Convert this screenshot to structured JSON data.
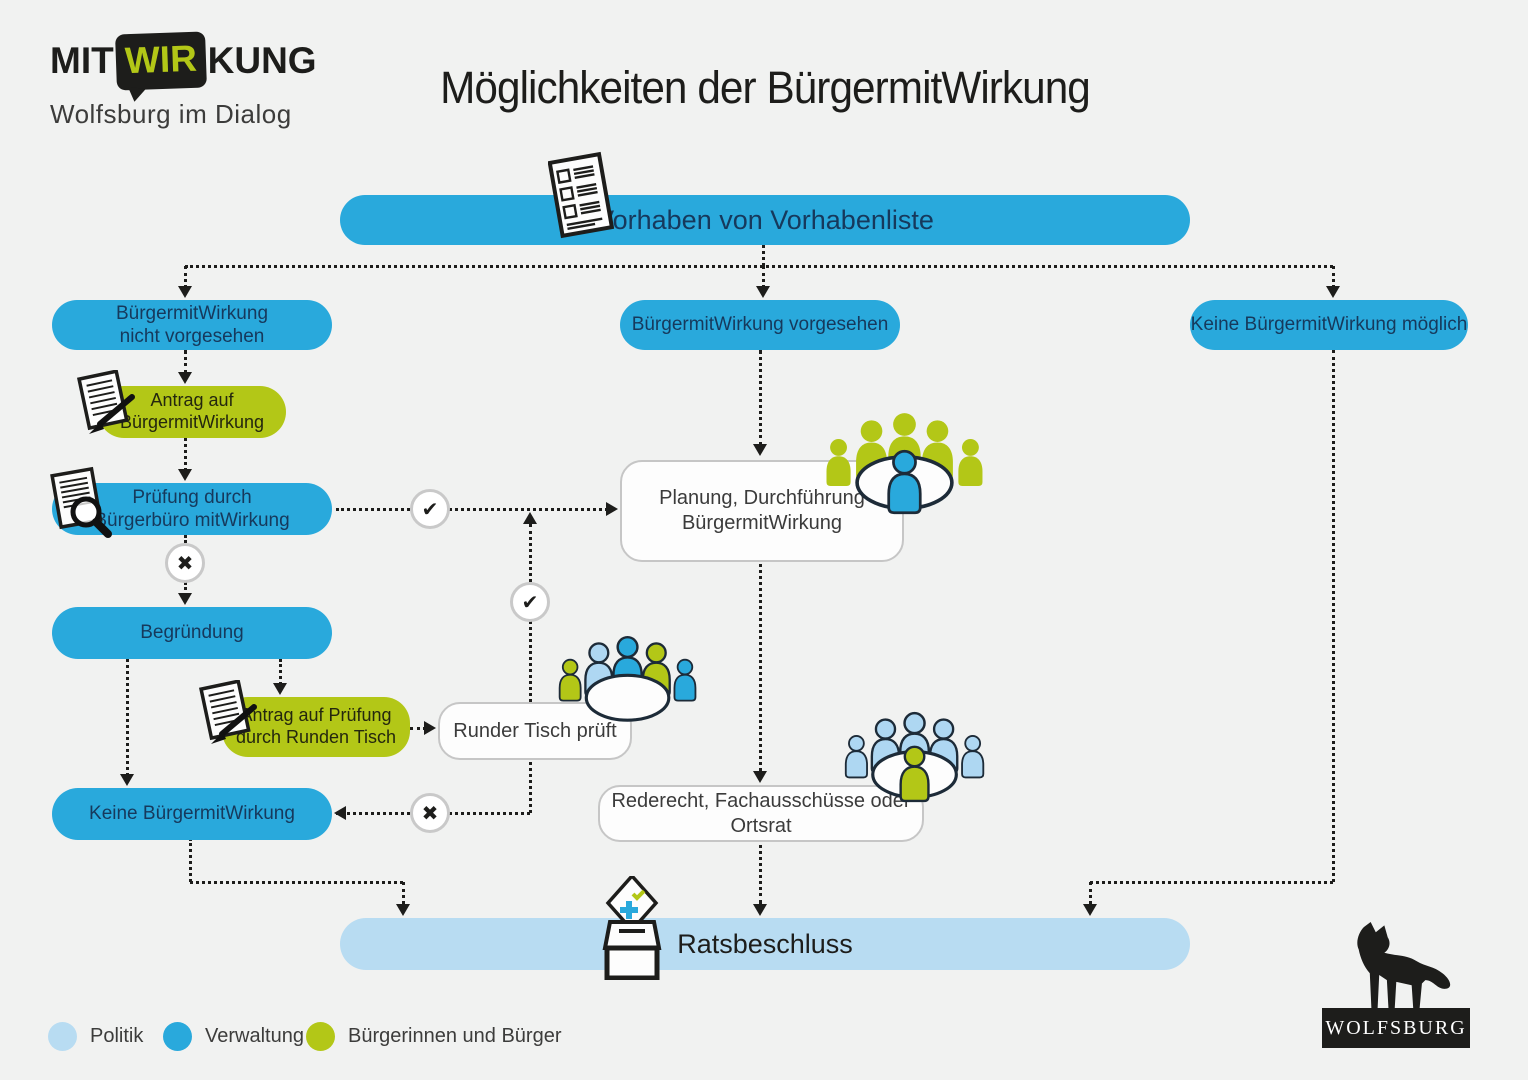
{
  "logo": {
    "mit": "MIT",
    "wir": "WIR",
    "kung": "KUNG",
    "subtitle": "Wolfsburg im Dialog"
  },
  "title": "Möglichkeiten der BürgermitWirkung",
  "nodes": {
    "vorhaben": "Vorhaben von Vorhabenliste",
    "nicht_vorgesehen": "BürgermitWirkung\nnicht vorgesehen",
    "vorgesehen": "BürgermitWirkung vorgesehen",
    "keine_moeglich": "Keine BürgermitWirkung möglich",
    "antrag_buergermitwirkung": "Antrag auf\nBürgermitWirkung",
    "pruefung_buergerbuero": "Prüfung durch\nBürgerbüro mitWirkung",
    "begruendung": "Begründung",
    "antrag_runder_tisch": "Antrag auf Prüfung\ndurch Runden Tisch",
    "runder_tisch_prueft": "Runder Tisch prüft",
    "planung_durchfuehrung": "Planung, Durchführung\nBürgermitWirkung",
    "rederecht": "Rederecht, Fachausschüsse oder Ortsrat",
    "keine_buergermitwirkung": "Keine BürgermitWirkung",
    "ratsbeschluss": "Ratsbeschluss"
  },
  "glyphs": {
    "check": "✔",
    "cross": "✖"
  },
  "colors": {
    "verwaltung_blue": "#29a9dc",
    "politik_lightblue": "#b8dcf2",
    "buerger_green": "#b3c717",
    "person_lightblue": "#aed7f2",
    "navy_text": "#16395c",
    "line_black": "#1d1d1b"
  },
  "legend": {
    "items": [
      {
        "label": "Politik",
        "color": "#b8dcf2"
      },
      {
        "label": "Verwaltung",
        "color": "#29a9dc"
      },
      {
        "label": "Bürgerinnen und Bürger",
        "color": "#b3c717"
      }
    ]
  },
  "people_groups": [
    {
      "around": [
        "green",
        "green",
        "green",
        "green",
        "green"
      ],
      "front": "blue",
      "outlined": false
    },
    {
      "around": [
        "green",
        "lightblue",
        "blue",
        "green",
        "blue"
      ],
      "front": null,
      "outlined": true
    },
    {
      "around": [
        "lightblue",
        "lightblue",
        "lightblue",
        "lightblue",
        "lightblue"
      ],
      "front": "green",
      "outlined": true
    }
  ],
  "footer": {
    "wolfsburg_label": "WOLFSBURG"
  }
}
